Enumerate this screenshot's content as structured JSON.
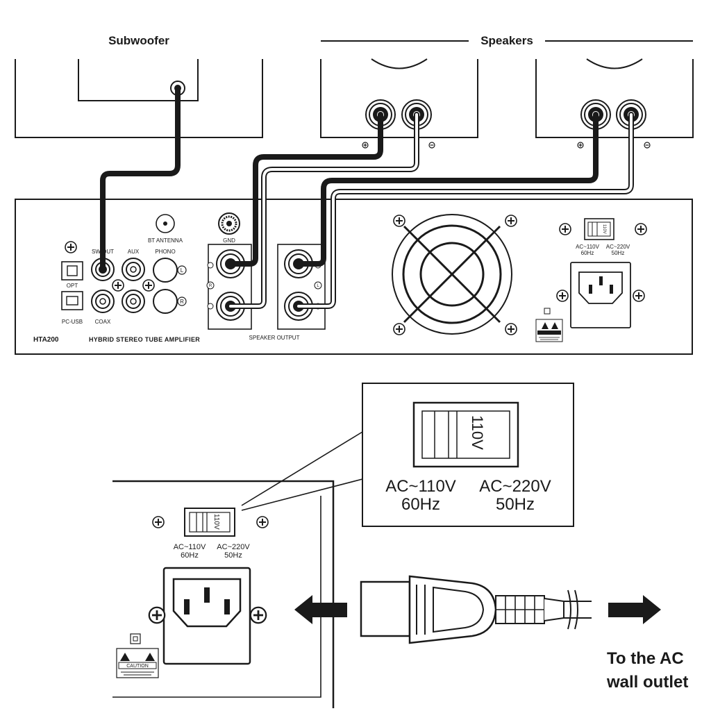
{
  "labels": {
    "subwoofer": "Subwoofer",
    "speakers": "Speakers",
    "bt_antenna": "BT ANTENNA",
    "gnd": "GND",
    "sw_out": "SW OUT",
    "aux": "AUX",
    "phono": "PHONO",
    "opt": "OPT",
    "pc_usb": "PC-USB",
    "coax": "COAX",
    "phono_l": "L",
    "phono_r": "R",
    "spk_r": "R",
    "spk_l": "L",
    "speaker_output": "SPEAKER OUTPUT",
    "model": "HTA200",
    "model_desc": "HYBRID STEREO TUBE AMPLIFIER",
    "switch_text": "110V",
    "ac110_line1": "AC~110V",
    "ac110_line2": "60Hz",
    "ac220_line1": "AC~220V",
    "ac220_line2": "50Hz",
    "caution": "CAUTION",
    "destination_line1": "To the AC",
    "destination_line2": "wall outlet"
  },
  "colors": {
    "line": "#1a1a1a",
    "panel_fill": "#ffffff",
    "light_fill": "#eeeeee"
  },
  "icons": [
    "screw-icon",
    "fan-icon",
    "warning-icon",
    "arrow-left-icon",
    "arrow-right-icon",
    "power-plug-icon"
  ]
}
